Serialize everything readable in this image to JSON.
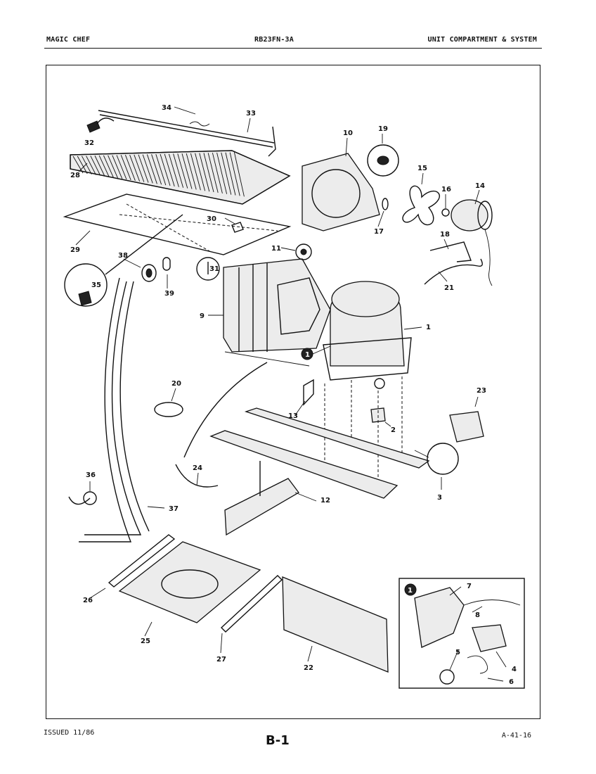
{
  "header": {
    "brand": "MAGIC CHEF",
    "model": "RB23FN-3A",
    "section": "UNIT COMPARTMENT & SYSTEM"
  },
  "footer": {
    "issued": "ISSUED 11/86",
    "page": "B-1",
    "drawing_id": "A-41-16"
  },
  "callouts": {
    "c1": "1",
    "c2": "2",
    "c3": "3",
    "c4": "4",
    "c5": "5",
    "c6": "6",
    "c7": "7",
    "c8": "8",
    "c9": "9",
    "c10": "10",
    "c11": "11",
    "c12": "12",
    "c13": "13",
    "c14": "14",
    "c15": "15",
    "c16": "16",
    "c17": "17",
    "c18": "18",
    "c19": "19",
    "c20": "20",
    "c21": "21",
    "c22": "22",
    "c23": "23",
    "c24": "24",
    "c25": "25",
    "c26": "26",
    "c27": "27",
    "c28": "28",
    "c29": "29",
    "c30": "30",
    "c31": "31",
    "c32": "32",
    "c33": "33",
    "c34": "34",
    "c35": "35",
    "c36": "36",
    "c37": "37",
    "c38": "38",
    "c39": "39",
    "inset_marker": "1",
    "main_marker": "1"
  }
}
